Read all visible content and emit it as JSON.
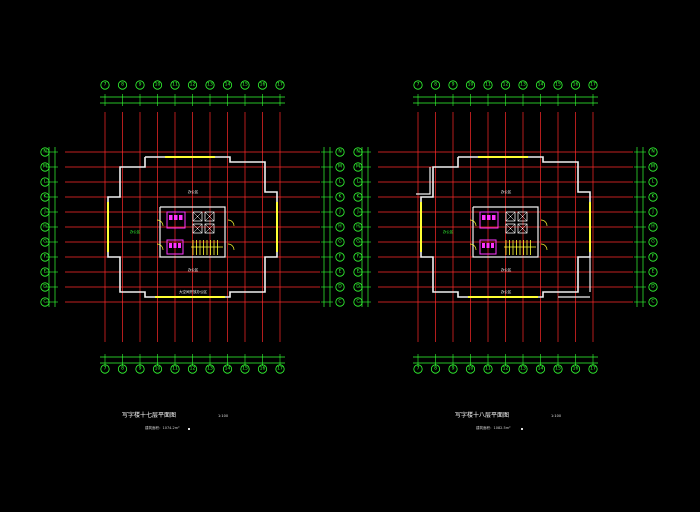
{
  "drawings": [
    {
      "id": "left",
      "caption": "写字楼十七层平面图",
      "subcaption": "建筑面积：1074.2m²",
      "scale": "1:100",
      "top_labels": [
        "7",
        "8",
        "9",
        "10",
        "11",
        "12",
        "13",
        "14",
        "15",
        "16",
        "17"
      ],
      "bottom_labels": [
        "7",
        "8",
        "9",
        "10",
        "11",
        "12",
        "13",
        "14",
        "15",
        "16",
        "17"
      ],
      "left_labels": [
        "N",
        "M",
        "L",
        "K",
        "J",
        "H",
        "G",
        "F",
        "E",
        "D",
        "C"
      ],
      "right_labels": [
        "N",
        "M",
        "L",
        "K",
        "J",
        "H",
        "G",
        "F",
        "E",
        "D",
        "C"
      ],
      "room_text": [
        "办公区",
        "办公区",
        "办公区",
        "大空间开放办公区"
      ]
    },
    {
      "id": "right",
      "caption": "写字楼十八层平面图",
      "subcaption": "建筑面积：1082.5m²",
      "scale": "1:100",
      "top_labels": [
        "7",
        "8",
        "9",
        "10",
        "11",
        "12",
        "13",
        "14",
        "15",
        "16",
        "17"
      ],
      "bottom_labels": [
        "7",
        "8",
        "9",
        "10",
        "11",
        "12",
        "13",
        "14",
        "15",
        "16",
        "17"
      ],
      "left_labels": [
        "N",
        "M",
        "L",
        "K",
        "J",
        "H",
        "G",
        "F",
        "E",
        "D",
        "C"
      ],
      "right_labels": [
        "N",
        "M",
        "L",
        "K",
        "J",
        "H",
        "G",
        "F",
        "E",
        "D",
        "C"
      ],
      "room_text": [
        "办公区",
        "办公区",
        "办公区",
        "办公区"
      ]
    }
  ],
  "colors": {
    "background": "#000000",
    "grid": "#ff2a2a",
    "dim": "#33ff33",
    "wall": "#f0f0f0",
    "accent": "#ffff33",
    "core": "#ff33ff",
    "text": "#ffffff"
  }
}
